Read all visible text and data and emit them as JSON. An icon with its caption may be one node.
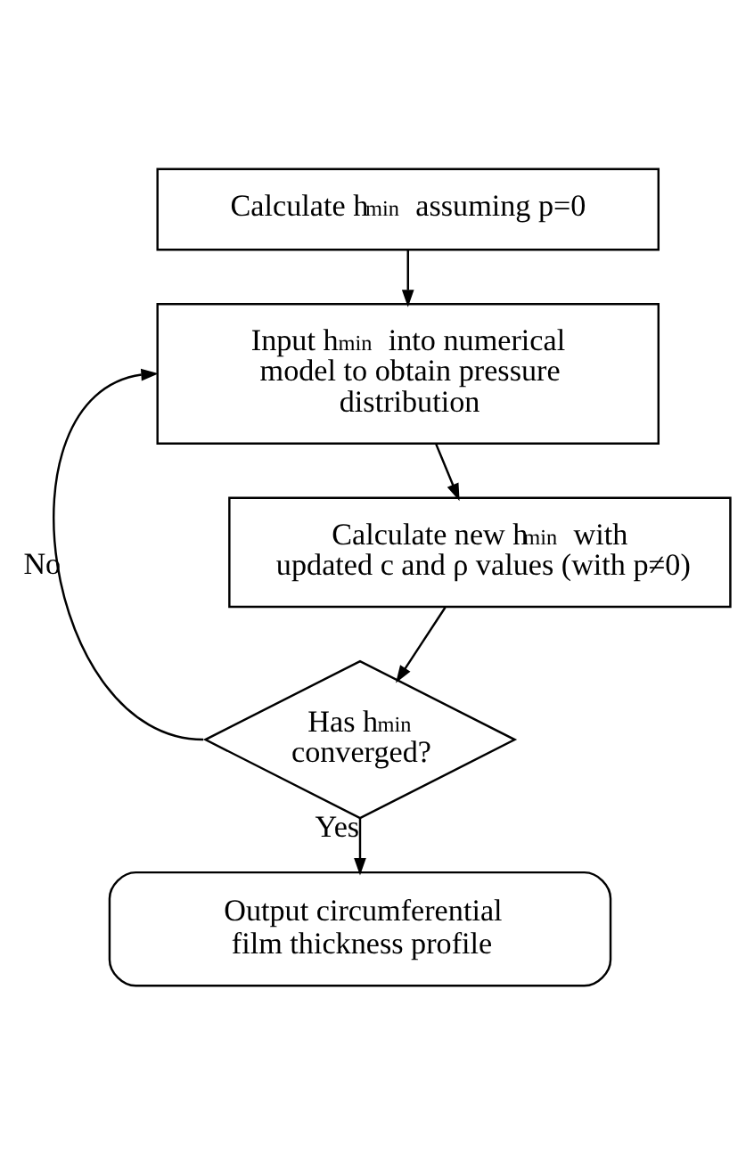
{
  "diagram": {
    "nodes": [
      {
        "text": [
          "Calculate h$_{min}$ assuming p=0"
        ]
      },
      {
        "text": [
          "Input h$_{min}$ into numerical model to obtain pressure distribution"
        ]
      },
      {
        "text": [
          "Calculate new h$_{min}$ with updated c and ρ values (with p≠0)"
        ]
      },
      {
        "text": [
          "Has h$_{min}$ converged?"
        ]
      },
      {
        "text": [
          "Output circumferential film thickness profile"
        ]
      }
    ],
    "edges": [
      {
        "from": 0,
        "to": 1,
        "arrow": "to"
      },
      {
        "from": 1,
        "to": 2,
        "arrow": "to"
      },
      {
        "from": 2,
        "to": 3,
        "arrow": "to"
      },
      {
        "from": 3,
        "to": 1,
        "arrow": "to",
        "label": "No"
      },
      {
        "from": 3,
        "to": 4,
        "arrow": "to",
        "label": "Yes"
      }
    ]
  }
}
